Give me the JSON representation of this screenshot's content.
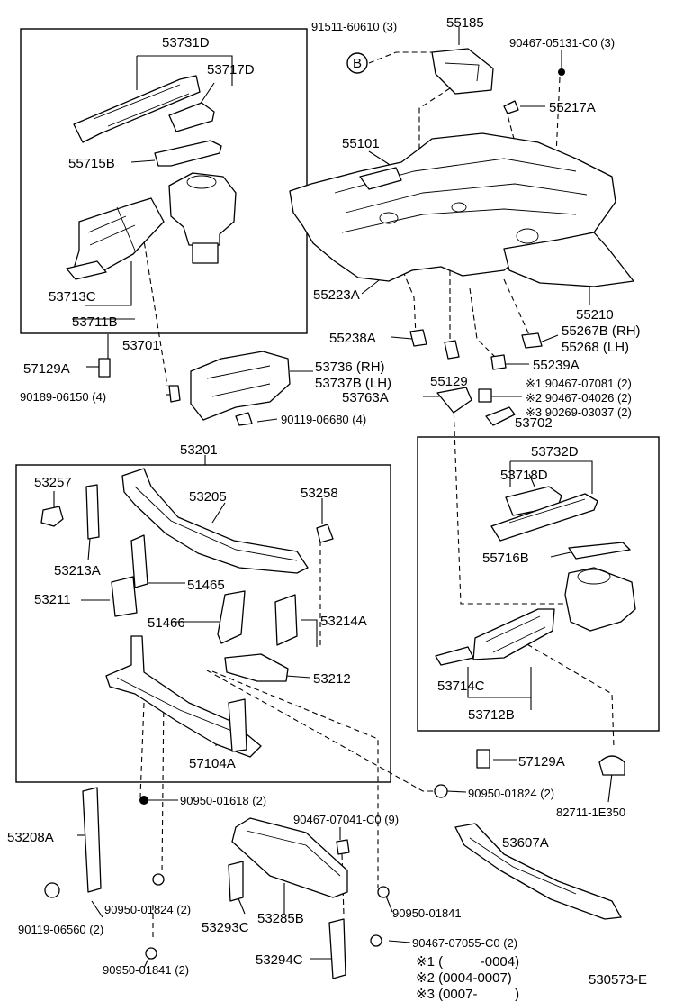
{
  "diagram": {
    "parts": [
      {
        "id": "p_91511",
        "text": "91511-60610 (3)"
      },
      {
        "id": "p_55185",
        "text": "55185"
      },
      {
        "id": "p_90467_05131",
        "text": "90467-05131-C0 (3)"
      },
      {
        "id": "p_53731D",
        "text": "53731D"
      },
      {
        "id": "p_53717D",
        "text": "53717D"
      },
      {
        "id": "p_55217A",
        "text": "55217A"
      },
      {
        "id": "p_55715B",
        "text": "55715B"
      },
      {
        "id": "p_55101",
        "text": "55101"
      },
      {
        "id": "p_53713C",
        "text": "53713C"
      },
      {
        "id": "p_53711B",
        "text": "53711B"
      },
      {
        "id": "p_55223A",
        "text": "55223A"
      },
      {
        "id": "p_55210",
        "text": "55210"
      },
      {
        "id": "p_53701",
        "text": "53701"
      },
      {
        "id": "p_55238A",
        "text": "55238A"
      },
      {
        "id": "p_55267B",
        "text": "55267B (RH)"
      },
      {
        "id": "p_55268",
        "text": "55268   (LH)"
      },
      {
        "id": "p_57129A_l",
        "text": "57129A"
      },
      {
        "id": "p_53736",
        "text": "53736   (RH)"
      },
      {
        "id": "p_53737B",
        "text": "53737B (LH)"
      },
      {
        "id": "p_55129",
        "text": "55129"
      },
      {
        "id": "p_55239A",
        "text": "55239A"
      },
      {
        "id": "p_90189",
        "text": "90189-06150 (4)"
      },
      {
        "id": "p_53763A",
        "text": "53763A"
      },
      {
        "id": "p_n1",
        "text": "※1 90467-07081 (2)"
      },
      {
        "id": "p_n2",
        "text": "※2 90467-04026 (2)"
      },
      {
        "id": "p_n3",
        "text": "※3 90269-03037 (2)"
      },
      {
        "id": "p_90119_06680",
        "text": "90119-06680 (4)"
      },
      {
        "id": "p_53702",
        "text": "53702"
      },
      {
        "id": "p_53201",
        "text": "53201"
      },
      {
        "id": "p_53732D",
        "text": "53732D"
      },
      {
        "id": "p_53257",
        "text": "53257"
      },
      {
        "id": "p_53205",
        "text": "53205"
      },
      {
        "id": "p_53258",
        "text": "53258"
      },
      {
        "id": "p_53718D",
        "text": "53718D"
      },
      {
        "id": "p_55716B",
        "text": "55716B"
      },
      {
        "id": "p_53213A",
        "text": "53213A"
      },
      {
        "id": "p_53211",
        "text": "53211"
      },
      {
        "id": "p_51465",
        "text": "51465"
      },
      {
        "id": "p_51466",
        "text": "51466"
      },
      {
        "id": "p_53214A",
        "text": "53214A"
      },
      {
        "id": "p_53212",
        "text": "53212"
      },
      {
        "id": "p_53714C",
        "text": "53714C"
      },
      {
        "id": "p_53712B",
        "text": "53712B"
      },
      {
        "id": "p_57104A",
        "text": "57104A"
      },
      {
        "id": "p_57129A_r",
        "text": "57129A"
      },
      {
        "id": "p_90950_01618",
        "text": "90950-01618 (2)"
      },
      {
        "id": "p_90950_01824_a",
        "text": "90950-01824 (2)"
      },
      {
        "id": "p_82711",
        "text": "82711-1E350"
      },
      {
        "id": "p_53208A",
        "text": "53208A"
      },
      {
        "id": "p_90467_07041",
        "text": "90467-07041-C0 (9)"
      },
      {
        "id": "p_53607A",
        "text": "53607A"
      },
      {
        "id": "p_90119_06560",
        "text": "90119-06560 (2)"
      },
      {
        "id": "p_90950_01824_b",
        "text": "90950-01824 (2)"
      },
      {
        "id": "p_53293C",
        "text": "53293C"
      },
      {
        "id": "p_53285B",
        "text": "53285B"
      },
      {
        "id": "p_90950_01841_a",
        "text": "90950-01841"
      },
      {
        "id": "p_90467_07055",
        "text": "90467-07055-C0 (2)"
      },
      {
        "id": "p_53294C",
        "text": "53294C"
      },
      {
        "id": "p_90950_01841_b",
        "text": "90950-01841 (2)"
      }
    ],
    "callout_letter": "B",
    "notes": [
      "※1 (          -0004)",
      "※2 (0004-0007)",
      "※3 (0007-          )"
    ],
    "figure_code": "530573-E"
  }
}
